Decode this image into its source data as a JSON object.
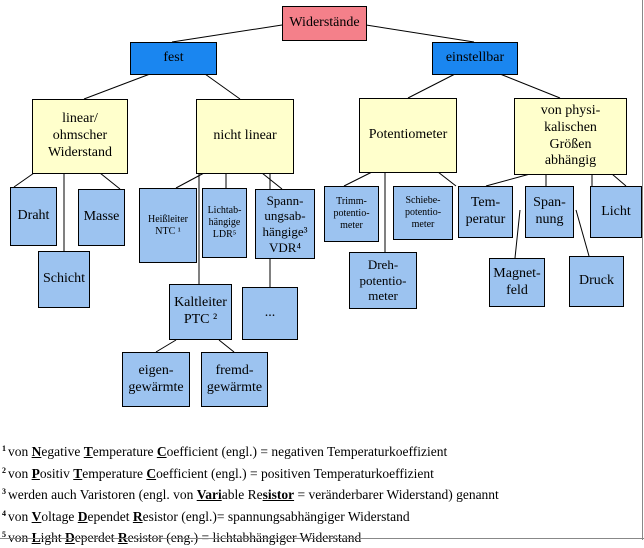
{
  "diagram": {
    "root": "Widerstände",
    "fest": "fest",
    "einstellbar": "einstellbar",
    "linear": "linear/\nohmscher\nWiderstand",
    "nicht_linear": "nicht linear",
    "potentiometer": "Potentiometer",
    "physikalisch": "von physi-\nkalischen\nGrößen\nabhängig",
    "draht": "Draht",
    "masse": "Masse",
    "schicht": "Schicht",
    "ntc": "Heißleiter\nNTC ¹",
    "ldr": "Lichtab-\nhängige\nLDR⁵",
    "vdr": "Spann-\nungsab-\nhängige³\nVDR⁴",
    "ptc": "Kaltleiter\nPTC ²",
    "dots": "...",
    "eigen": "eigen-\ngewärmte",
    "fremd": "fremd-\ngewärmte",
    "trimm": "Trimm-\npotentio-\nmeter",
    "schiebe": "Schiebe-\npotentio-\nmeter",
    "dreh": "Dreh-\npotentio-\nmeter",
    "temperatur": "Tem-\nperatur",
    "spannung": "Span-\nnung",
    "licht": "Licht",
    "magnetfeld": "Magnet-\nfeld",
    "druck": "Druck"
  },
  "footnotes": [
    {
      "num": "1",
      "parts": [
        [
          "von ",
          false
        ],
        [
          "N",
          true
        ],
        [
          "egative ",
          false
        ],
        [
          "T",
          true
        ],
        [
          "emperature ",
          false
        ],
        [
          "C",
          true
        ],
        [
          "oefficient (engl.) = negativen Temperaturkoeffizient",
          false
        ]
      ]
    },
    {
      "num": "2",
      "parts": [
        [
          "von ",
          false
        ],
        [
          "P",
          true
        ],
        [
          "ositiv ",
          false
        ],
        [
          "T",
          true
        ],
        [
          "emperature ",
          false
        ],
        [
          "C",
          true
        ],
        [
          "oefficient (engl.) = positiven Temperaturkoeffizient",
          false
        ]
      ]
    },
    {
      "num": "3",
      "parts": [
        [
          "werden auch Varistoren (engl. von ",
          false
        ],
        [
          "Vari",
          true
        ],
        [
          "able Re",
          false
        ],
        [
          "sistor",
          true
        ],
        [
          " = veränderbarer Widerstand) genannt",
          false
        ]
      ]
    },
    {
      "num": "4",
      "parts": [
        [
          "von ",
          false
        ],
        [
          "V",
          true
        ],
        [
          "oltage ",
          false
        ],
        [
          "D",
          true
        ],
        [
          "ependet ",
          false
        ],
        [
          "R",
          true
        ],
        [
          "esistor (engl.)= spannungsabhängiger Widerstand",
          false
        ]
      ]
    },
    {
      "num": "5",
      "parts": [
        [
          "von ",
          false
        ],
        [
          "L",
          true
        ],
        [
          "ight ",
          false
        ],
        [
          "D",
          true
        ],
        [
          "eperdet ",
          false
        ],
        [
          "R",
          true
        ],
        [
          "esistor (eng.) = lichtabhängiger Widerstand",
          false
        ]
      ]
    }
  ]
}
